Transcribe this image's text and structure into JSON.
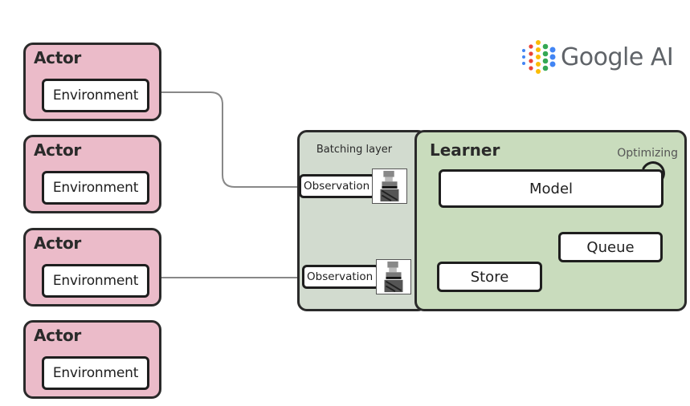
{
  "logo": {
    "text": "Google AI",
    "dot_colors": [
      "#4285f4",
      "#ea4335",
      "#fbbc04",
      "#34a853"
    ]
  },
  "actors": [
    {
      "title": "Actor",
      "env_label": "Environment"
    },
    {
      "title": "Actor",
      "env_label": "Environment"
    },
    {
      "title": "Actor",
      "env_label": "Environment"
    },
    {
      "title": "Actor",
      "env_label": "Environment"
    }
  ],
  "batching": {
    "title": "Batching layer",
    "observations": [
      "Observation",
      "Observation"
    ]
  },
  "learner": {
    "title": "Learner",
    "status": "Optimizing",
    "model": "Model",
    "queue": "Queue",
    "store": "Store"
  },
  "colors": {
    "actor_fill": "#ebbbc9",
    "batching_fill": "#d2dbcf",
    "learner_fill": "#c9dcbd",
    "connector": "#888888"
  }
}
